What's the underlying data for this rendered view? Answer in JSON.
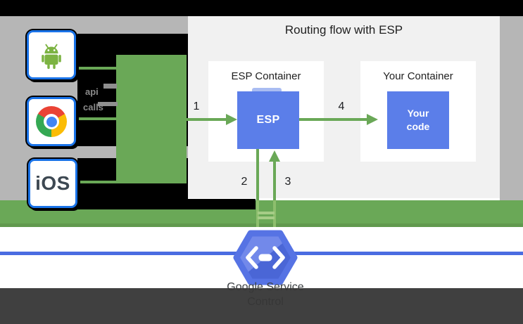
{
  "diagram": {
    "title": "Routing flow with ESP",
    "clients": {
      "ios_label": "iOS",
      "request_label_line1": "api",
      "request_label_line2": "calls",
      "icons": [
        "android-icon",
        "chrome-icon",
        "ios-badge"
      ]
    },
    "esp_container": {
      "label": "ESP Container",
      "box_label": "ESP"
    },
    "your_container": {
      "label": "Your Container",
      "box_label": "Your code"
    },
    "steps": {
      "one": "1",
      "two": "2",
      "three": "3",
      "four": "4"
    },
    "footer": {
      "line1": "Google Service",
      "line2": "Control"
    },
    "icons": {
      "hexagon": "endpoints-code-icon"
    },
    "colors": {
      "green": "#6aa857",
      "box_blue": "#5b7ee9",
      "hexagon_blue": "#5673e4",
      "line_blue": "#4a6ce1",
      "icon_border_blue": "#1a73e8",
      "background_gray": "#b6b6b6",
      "overlay_dark": "#363636"
    }
  }
}
